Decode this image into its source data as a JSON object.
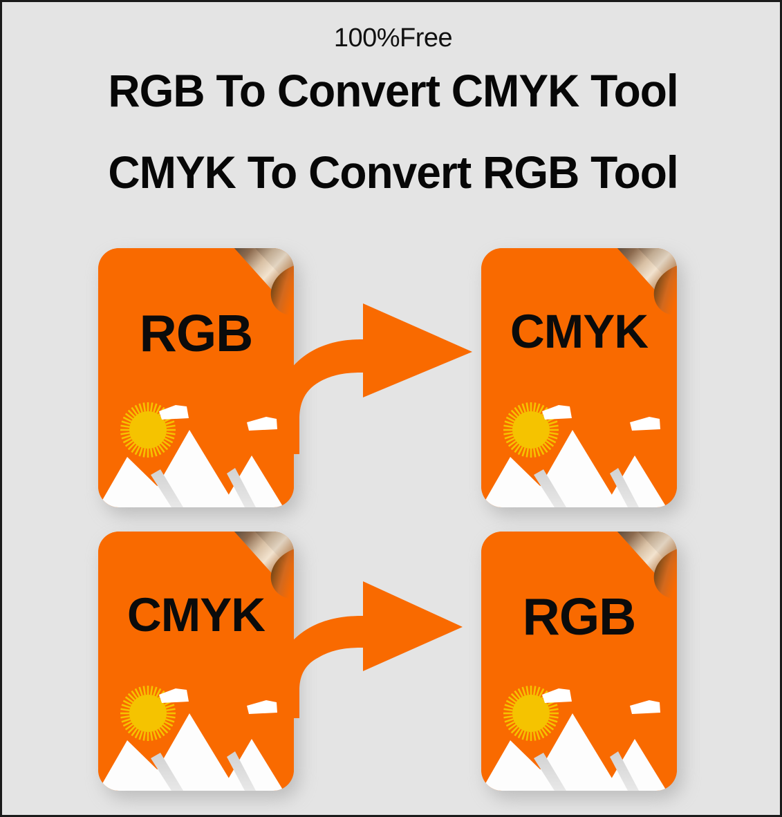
{
  "page": {
    "background_color": "#e4e4e4",
    "border_color": "#1a1a1a",
    "accent_color": "#f96a00",
    "sun_color": "#f5c300",
    "text_color": "#070707"
  },
  "header": {
    "badge": "100%Free",
    "title_line_1": "RGB To Convert CMYK Tool",
    "title_line_2": "CMYK To Convert RGB Tool"
  },
  "conversions": [
    {
      "id": "rgb-to-cmyk",
      "direction": "right",
      "source_label": "RGB",
      "target_label": "CMYK",
      "arrow_icon": "curved-arrow-right-icon"
    },
    {
      "id": "cmyk-to-rgb",
      "direction": "left",
      "source_label": "RGB",
      "target_label": "CMYK",
      "arrow_icon": "curved-arrow-left-icon"
    }
  ],
  "documents": [
    {
      "id": "doc-rgb-top",
      "label": "RGB",
      "position": "top-left"
    },
    {
      "id": "doc-cmyk-top",
      "label": "CMYK",
      "position": "top-right"
    },
    {
      "id": "doc-cmyk-bot",
      "label": "CMYK",
      "position": "bottom-left"
    },
    {
      "id": "doc-rgb-bot",
      "label": "RGB",
      "position": "bottom-right"
    }
  ]
}
